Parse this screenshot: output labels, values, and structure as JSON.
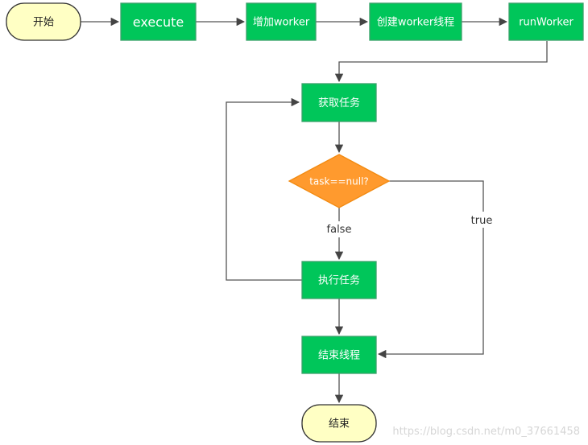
{
  "flowchart": {
    "nodes": {
      "start": "开始",
      "execute": "execute",
      "add_worker": "增加worker",
      "create_worker_thread": "创建worker线程",
      "run_worker": "runWorker",
      "get_task": "获取任务",
      "decision": "task==null?",
      "execute_task": "执行任务",
      "end_thread": "结束线程",
      "end": "结束"
    },
    "edges": {
      "false_label": "false",
      "true_label": "true"
    }
  },
  "watermark": "https://blog.csdn.net/m0_37661458",
  "colors": {
    "process_fill": "#00c65a",
    "process_stroke": "#3aa26a",
    "terminal_fill": "#ffffc4",
    "terminal_stroke": "#333333",
    "decision_fill": "#ff9a2e",
    "decision_stroke": "#f28a10",
    "edge": "#555555"
  }
}
